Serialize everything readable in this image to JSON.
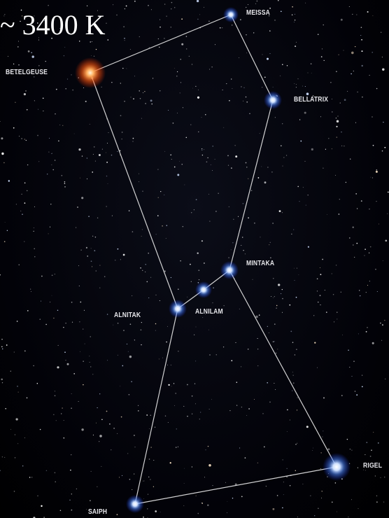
{
  "temperature_label": "~ 3400 K",
  "stars": {
    "betelgeuse": {
      "name": "BETELGEUSE",
      "color": "#ff8a3a"
    },
    "meissa": {
      "name": "MEISSA",
      "color": "#7fb2ff"
    },
    "bellatrix": {
      "name": "BELLATRIX",
      "color": "#7fb2ff"
    },
    "mintaka": {
      "name": "MINTAKA",
      "color": "#7fb2ff"
    },
    "alnilam": {
      "name": "ALNILAM",
      "color": "#7fb2ff"
    },
    "alnitak": {
      "name": "ALNITAK",
      "color": "#7fb2ff"
    },
    "saiph": {
      "name": "SAIPH",
      "color": "#7fb2ff"
    },
    "rigel": {
      "name": "RIGEL",
      "color": "#7fb2ff"
    }
  },
  "line_color": "#e8e8e8",
  "background_color": "#000000"
}
